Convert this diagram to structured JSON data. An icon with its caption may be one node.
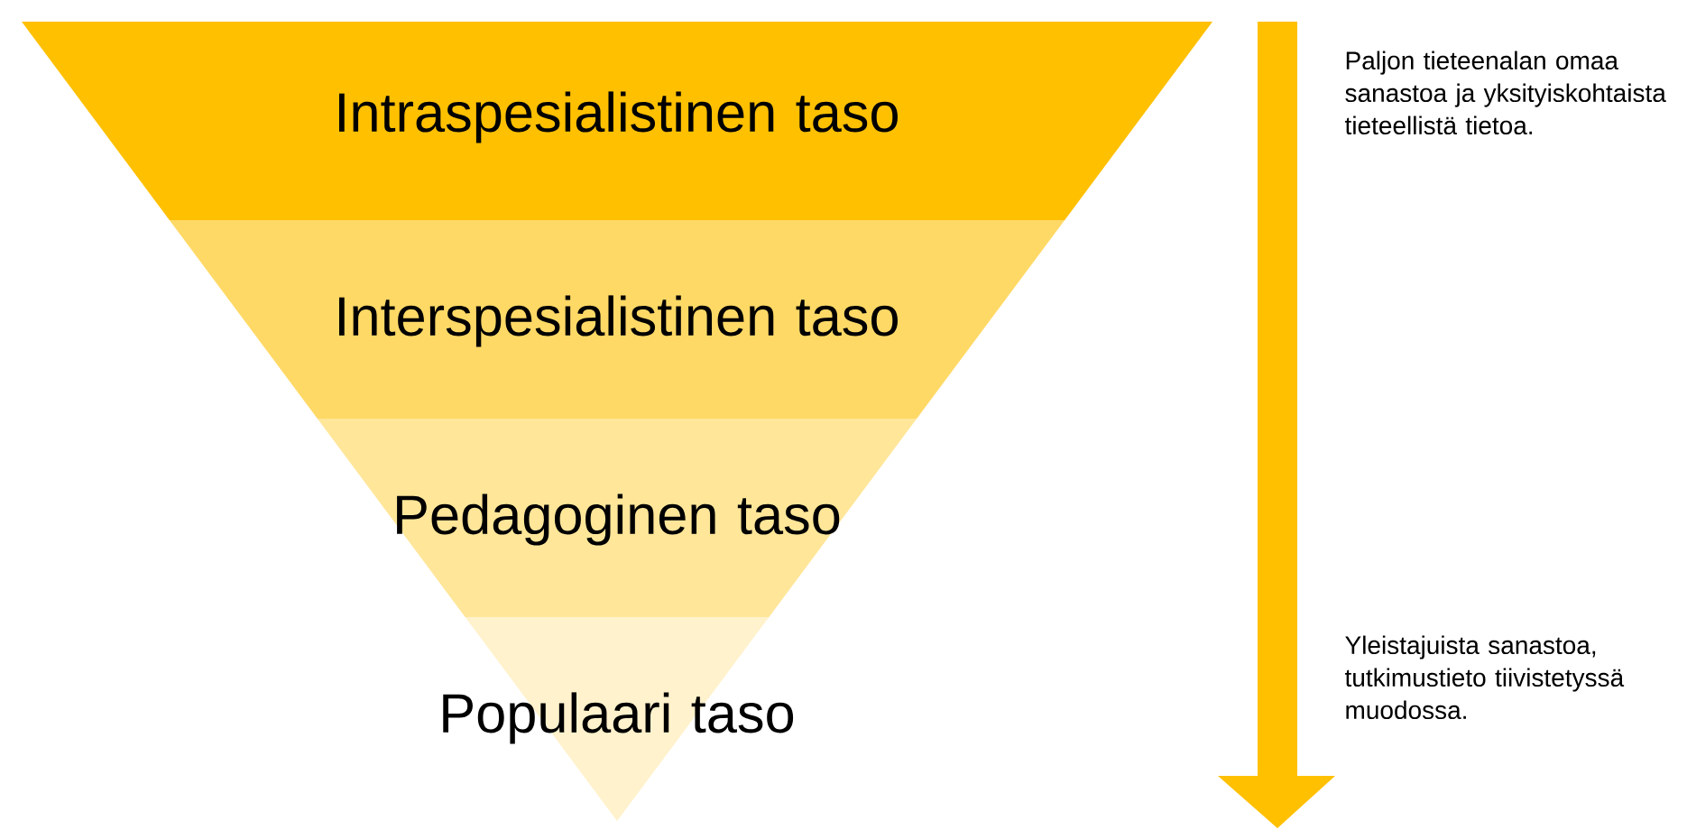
{
  "diagram": {
    "nodes": [
      {
        "text": [
          "Intraspesialistinen taso"
        ]
      },
      {
        "text": [
          "Interspesialistinen taso"
        ]
      },
      {
        "text": [
          "Pedagoginen taso"
        ]
      },
      {
        "text": [
          "Populaari taso"
        ]
      }
    ],
    "labels": [
      "Paljon tieteenalan omaa sanastoa ja yksityiskohtaista tieteellistä tietoa.",
      "Yleistajuista sanastoa, tutkimustieto tiivistetyssä muodossa."
    ]
  }
}
